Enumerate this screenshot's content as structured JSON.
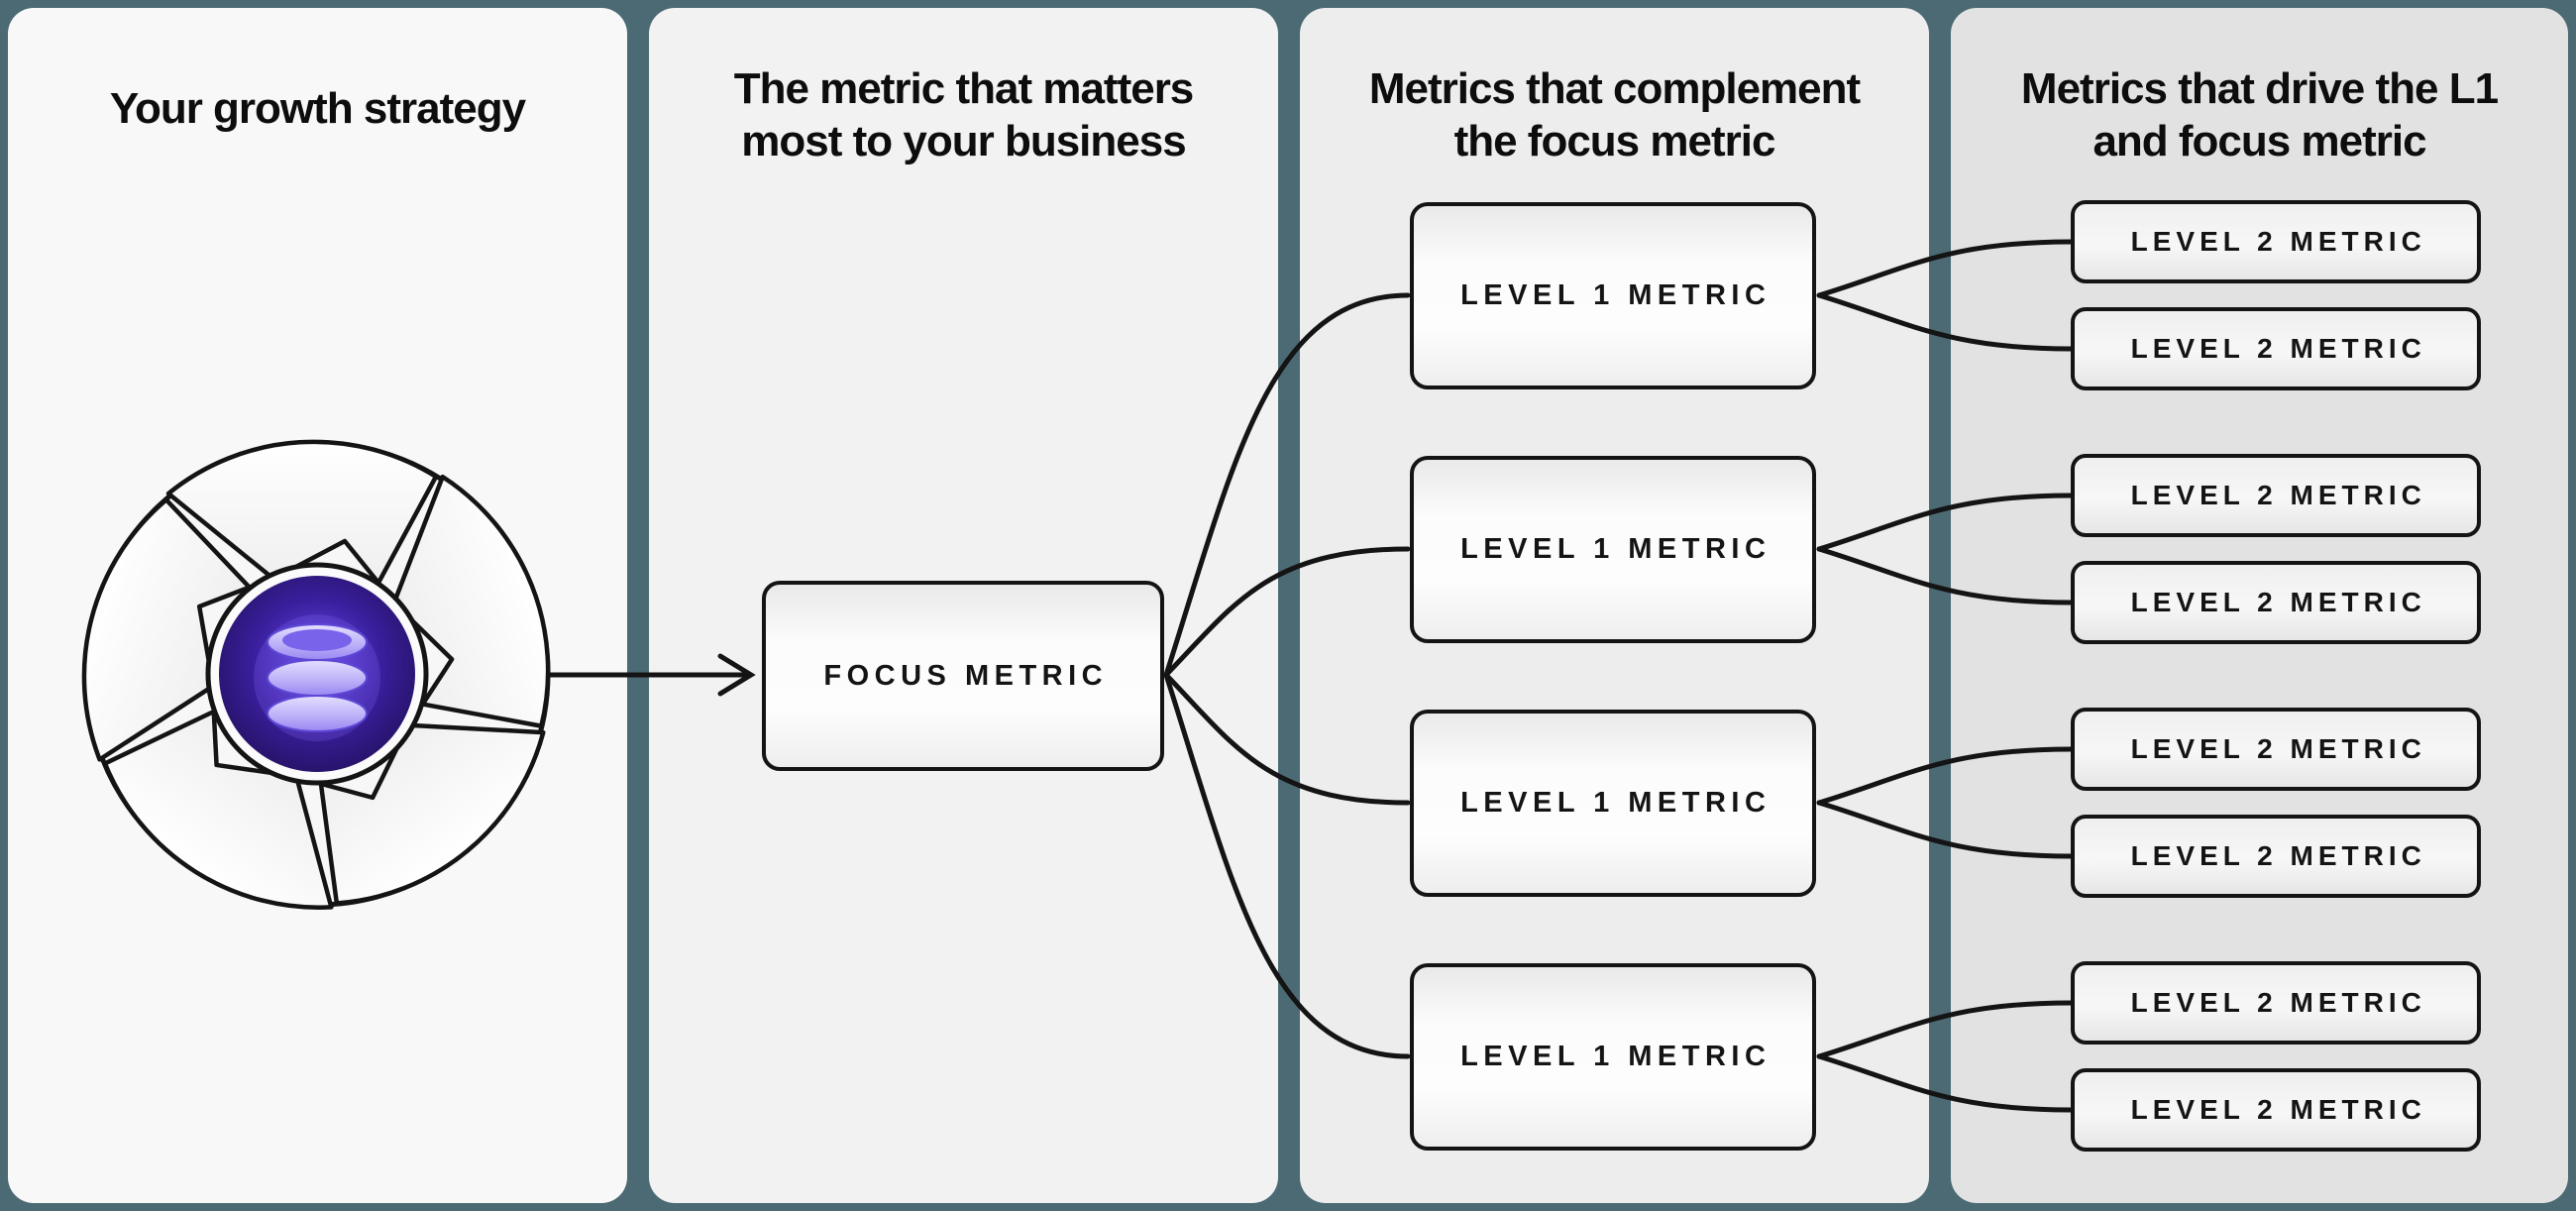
{
  "colors": {
    "background_teal": "#4C6A74",
    "panel_shades": [
      "#F8F8F8",
      "#F2F2F2",
      "#EDEDED",
      "#E2E2E2"
    ],
    "line_black": "#141414",
    "icon_core_purple": "#2A1470",
    "icon_disc_lavender": "#B4A7F6"
  },
  "panels": [
    {
      "id": "growth-strategy",
      "title_lines": [
        "Your growth strategy"
      ],
      "icon": "flywheel-database-icon"
    },
    {
      "id": "focus-metric",
      "title_lines": [
        "The metric that matters",
        "most to your business"
      ],
      "focus_box": {
        "label": "FOCUS METRIC"
      }
    },
    {
      "id": "level1-metrics",
      "title_lines": [
        "Metrics that complement",
        "the focus metric"
      ],
      "boxes": [
        {
          "label": "LEVEL 1 METRIC"
        },
        {
          "label": "LEVEL 1 METRIC"
        },
        {
          "label": "LEVEL 1 METRIC"
        },
        {
          "label": "LEVEL 1 METRIC"
        }
      ]
    },
    {
      "id": "level2-metrics",
      "title_lines": [
        "Metrics that drive the L1",
        "and focus metric"
      ],
      "boxes": [
        {
          "label": "LEVEL 2 METRIC"
        },
        {
          "label": "LEVEL 2 METRIC"
        },
        {
          "label": "LEVEL 2 METRIC"
        },
        {
          "label": "LEVEL 2 METRIC"
        },
        {
          "label": "LEVEL 2 METRIC"
        },
        {
          "label": "LEVEL 2 METRIC"
        },
        {
          "label": "LEVEL 2 METRIC"
        },
        {
          "label": "LEVEL 2 METRIC"
        }
      ]
    }
  ]
}
